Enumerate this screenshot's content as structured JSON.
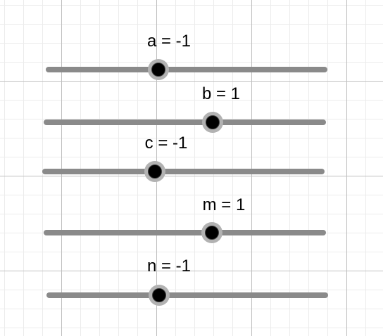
{
  "sliders": [
    {
      "name": "a",
      "value": -1,
      "label": "a = -1"
    },
    {
      "name": "b",
      "value": 1,
      "label": "b = 1"
    },
    {
      "name": "c",
      "value": -1,
      "label": "c = -1"
    },
    {
      "name": "m",
      "value": 1,
      "label": "m = 1"
    },
    {
      "name": "n",
      "value": -1,
      "label": "n = -1"
    }
  ],
  "colors": {
    "track": "#8a8a8a",
    "knob_halo": "#b2b2b2",
    "knob_fill": "#000000",
    "grid_major": "#c0c0c0",
    "grid_minor": "#ececec"
  }
}
